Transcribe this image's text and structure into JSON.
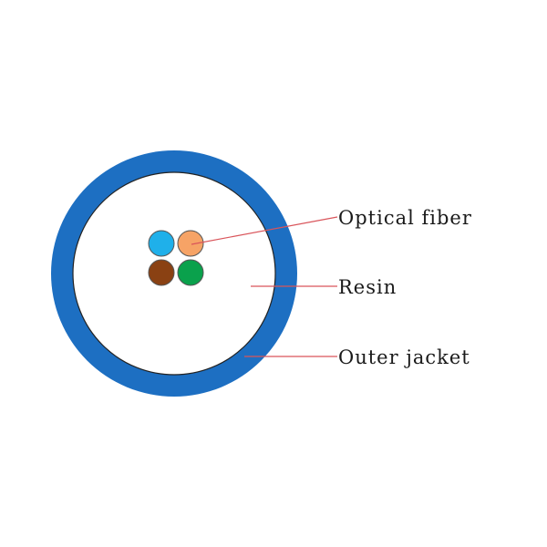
{
  "diagram": {
    "labels": {
      "optical_fiber": "Optical fiber",
      "resin": "Resin",
      "outer_jacket": "Outer jacket"
    },
    "colors": {
      "jacket": "#1d6fc2",
      "jacket_inner_edge": "#222222",
      "resin": "#ffffff",
      "leader_line": "#d9545a",
      "fiber_blue": "#1fb0ea",
      "fiber_orange": "#f6a366",
      "fiber_brown": "#8a4113",
      "fiber_green": "#0aa14c",
      "fiber_outline": "#555555"
    }
  }
}
